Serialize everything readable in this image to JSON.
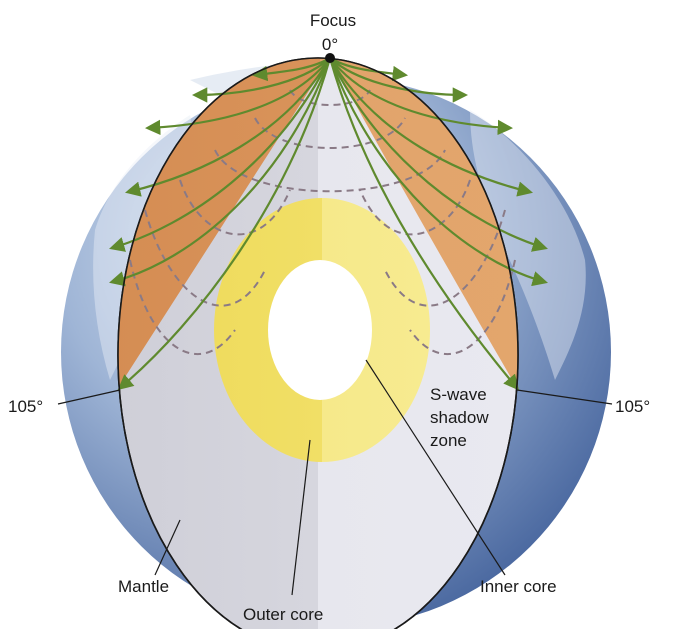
{
  "labels": {
    "focus": "Focus",
    "focus_degree": "0°",
    "left_degree": "105°",
    "right_degree": "105°",
    "shadow_zone_line1": "S-wave",
    "shadow_zone_line2": "shadow",
    "shadow_zone_line3": "zone",
    "mantle": "Mantle",
    "outer_core": "Outer core",
    "inner_core": "Inner core"
  },
  "colors": {
    "ocean_light": "#a9bfdc",
    "ocean_dark": "#4f6da6",
    "mantle_section": "#d4d4dc",
    "mantle_section_light": "#e6e6ec",
    "wave_zone": "#d9935a",
    "wave_zone_light": "#e3a56c",
    "outer_core": "#f2e06a",
    "outer_core_light": "#f6ea8e",
    "inner_core": "#ffffff",
    "wave_path": "#5f8a2e",
    "dashed_front": "#8a7a86"
  }
}
